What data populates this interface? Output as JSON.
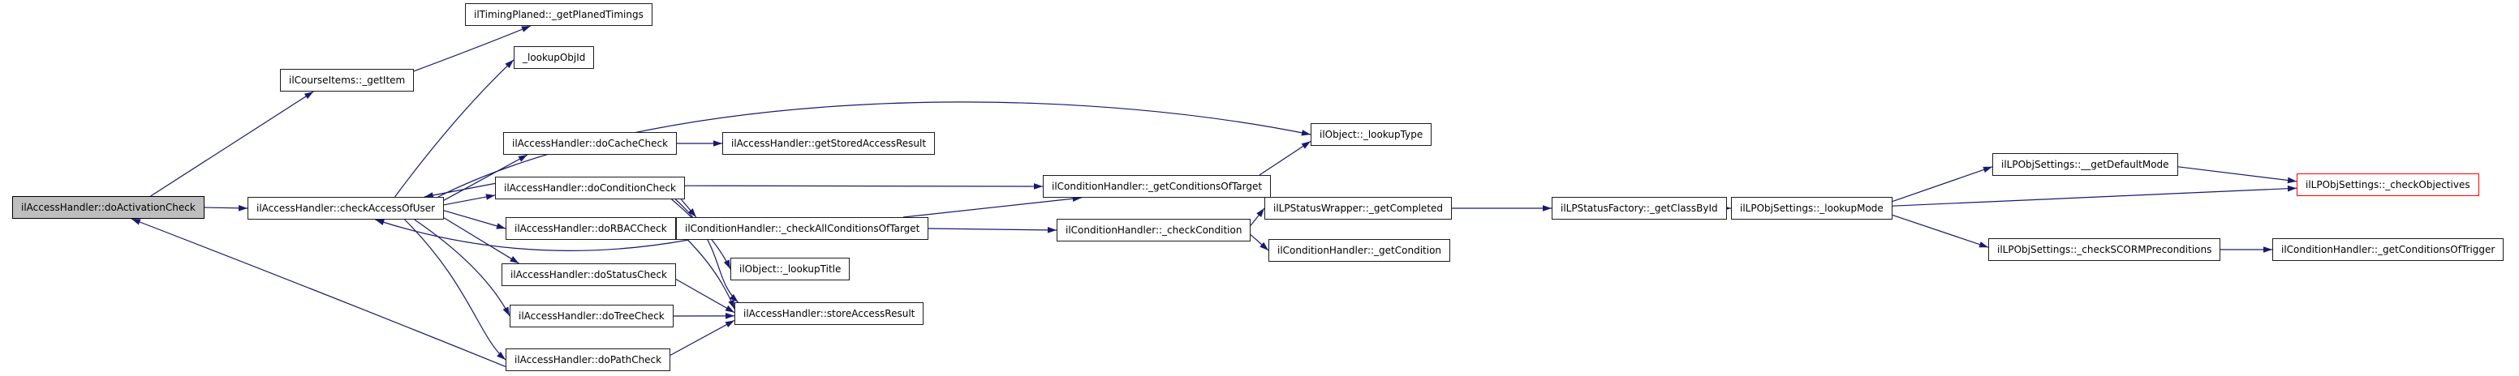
{
  "diagram": {
    "type": "call-graph",
    "focus_node": "ilAccessHandler::doActivationCheck",
    "colors": {
      "edge": "#191970",
      "node_border": "#1c1c1c",
      "node_fill": "#ffffff",
      "focus_fill": "#bebebe",
      "highlight_border": "#ff0000",
      "background": "#ffffff"
    },
    "nodes": [
      {
        "id": "act",
        "label": "ilAccessHandler::doActivationCheck",
        "style": "focus"
      },
      {
        "id": "gi",
        "label": "ilCourseItems::_getItem",
        "style": "normal"
      },
      {
        "id": "gpt",
        "label": "ilTimingPlaned::_getPlanedTimings",
        "style": "normal"
      },
      {
        "id": "loi",
        "label": "_lookupObjId",
        "style": "normal"
      },
      {
        "id": "cau",
        "label": "ilAccessHandler::checkAccessOfUser",
        "style": "normal"
      },
      {
        "id": "dcc",
        "label": "ilAccessHandler::doCacheCheck",
        "style": "normal"
      },
      {
        "id": "docc",
        "label": "ilAccessHandler::doConditionCheck",
        "style": "normal"
      },
      {
        "id": "drb",
        "label": "ilAccessHandler::doRBACCheck",
        "style": "normal"
      },
      {
        "id": "dsc",
        "label": "ilAccessHandler::doStatusCheck",
        "style": "normal"
      },
      {
        "id": "dtc",
        "label": "ilAccessHandler::doTreeCheck",
        "style": "normal"
      },
      {
        "id": "dpc",
        "label": "ilAccessHandler::doPathCheck",
        "style": "normal"
      },
      {
        "id": "gsar",
        "label": "ilAccessHandler::getStoredAccessResult",
        "style": "normal"
      },
      {
        "id": "cact",
        "label": "ilConditionHandler::_checkAllConditionsOfTarget",
        "style": "normal"
      },
      {
        "id": "lot",
        "label": "ilObject::_lookupTitle",
        "style": "normal"
      },
      {
        "id": "sar",
        "label": "ilAccessHandler::storeAccessResult",
        "style": "normal"
      },
      {
        "id": "loty",
        "label": "ilObject::_lookupType",
        "style": "normal"
      },
      {
        "id": "gcot",
        "label": "ilConditionHandler::_getConditionsOfTarget",
        "style": "normal"
      },
      {
        "id": "ccon",
        "label": "ilConditionHandler::_checkCondition",
        "style": "normal"
      },
      {
        "id": "gcomp",
        "label": "ilLPStatusWrapper::_getCompleted",
        "style": "normal"
      },
      {
        "id": "gcond",
        "label": "ilConditionHandler::_getCondition",
        "style": "normal"
      },
      {
        "id": "gcbi",
        "label": "ilLPStatusFactory::_getClassById",
        "style": "normal"
      },
      {
        "id": "lm",
        "label": "ilLPObjSettings::_lookupMode",
        "style": "normal"
      },
      {
        "id": "gdm",
        "label": "ilLPObjSettings::__getDefaultMode",
        "style": "normal"
      },
      {
        "id": "cobj",
        "label": "ilLPObjSettings::_checkObjectives",
        "style": "red"
      },
      {
        "id": "cscorm",
        "label": "ilLPObjSettings::_checkSCORMPreconditions",
        "style": "normal"
      },
      {
        "id": "gcotr",
        "label": "ilConditionHandler::_getConditionsOfTrigger",
        "style": "normal"
      }
    ],
    "edges": [
      {
        "from": "act",
        "to": "cau"
      },
      {
        "from": "act",
        "to": "gi"
      },
      {
        "from": "gi",
        "to": "gpt"
      },
      {
        "from": "cau",
        "to": "loi"
      },
      {
        "from": "cau",
        "to": "loty"
      },
      {
        "from": "cau",
        "to": "dcc"
      },
      {
        "from": "cau",
        "to": "docc"
      },
      {
        "from": "cau",
        "to": "drb"
      },
      {
        "from": "cau",
        "to": "dsc"
      },
      {
        "from": "cau",
        "to": "dtc"
      },
      {
        "from": "cau",
        "to": "dpc"
      },
      {
        "from": "docc",
        "to": "cau"
      },
      {
        "from": "cact",
        "to": "cau"
      },
      {
        "from": "dpc",
        "to": "act"
      },
      {
        "from": "dcc",
        "to": "gsar"
      },
      {
        "from": "docc",
        "to": "gcot"
      },
      {
        "from": "docc",
        "to": "cact"
      },
      {
        "from": "docc",
        "to": "lot"
      },
      {
        "from": "docc",
        "to": "sar"
      },
      {
        "from": "drb",
        "to": "sar"
      },
      {
        "from": "dsc",
        "to": "sar"
      },
      {
        "from": "dtc",
        "to": "sar"
      },
      {
        "from": "dpc",
        "to": "sar"
      },
      {
        "from": "cact",
        "to": "gcot"
      },
      {
        "from": "cact",
        "to": "ccon"
      },
      {
        "from": "gcot",
        "to": "loty"
      },
      {
        "from": "ccon",
        "to": "gcomp"
      },
      {
        "from": "ccon",
        "to": "gcond"
      },
      {
        "from": "gcomp",
        "to": "gcbi"
      },
      {
        "from": "gcbi",
        "to": "lm"
      },
      {
        "from": "lm",
        "to": "gdm"
      },
      {
        "from": "lm",
        "to": "cobj"
      },
      {
        "from": "lm",
        "to": "cscorm"
      },
      {
        "from": "gdm",
        "to": "cobj"
      },
      {
        "from": "cscorm",
        "to": "gcotr"
      }
    ]
  }
}
